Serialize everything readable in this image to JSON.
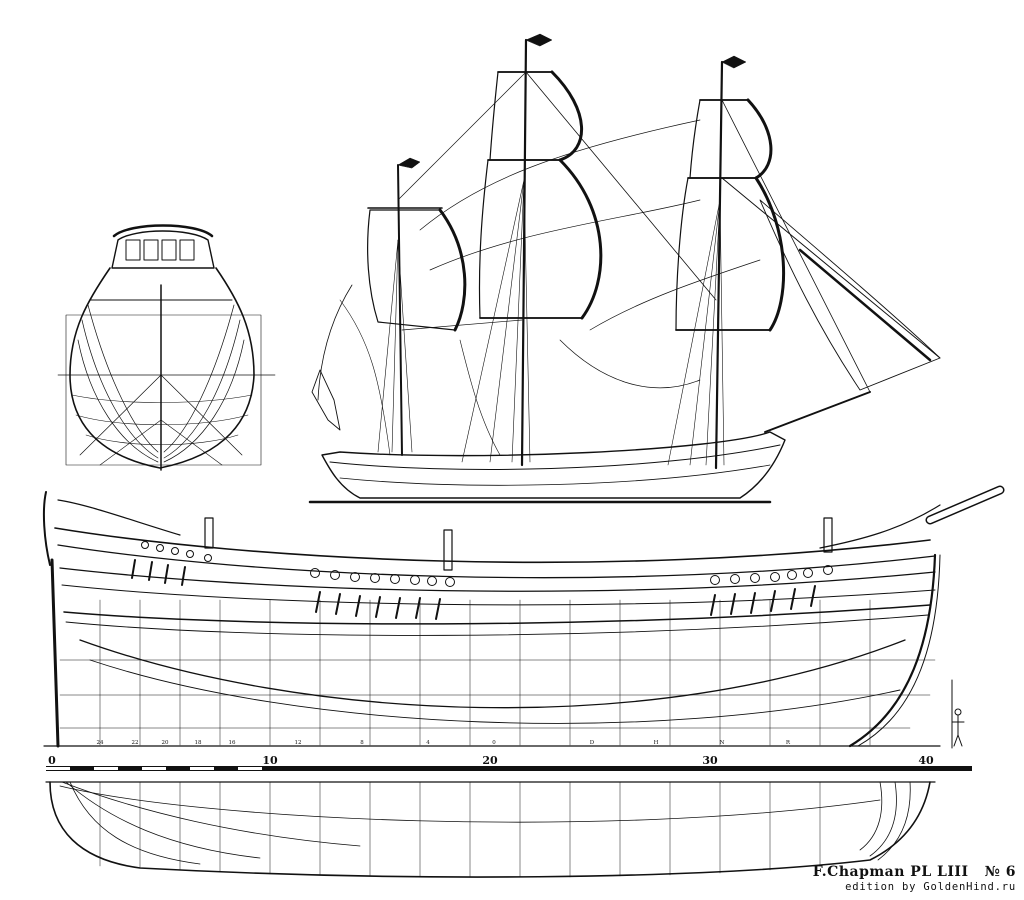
{
  "scale": {
    "ticks": [
      "0",
      "10",
      "20",
      "30",
      "40"
    ]
  },
  "station_labels": [
    "24",
    "22",
    "20",
    "18",
    "16",
    "12",
    "8",
    "4",
    "0",
    "D",
    "H",
    "N",
    "R"
  ],
  "plate_caption": "F.Chapman PL LIII",
  "plate_number": "№ 6",
  "edition_text": "edition by GoldenHind.ru",
  "colors": {
    "ink": "#111111",
    "paper": "#ffffff"
  }
}
